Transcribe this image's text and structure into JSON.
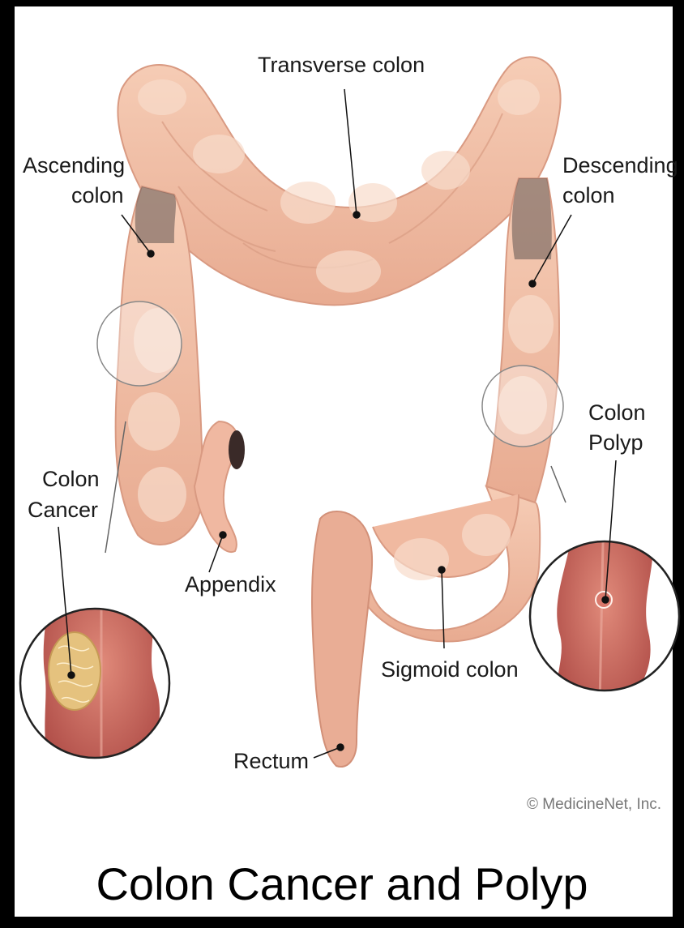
{
  "figure": {
    "title": "Colon Cancer and Polyp",
    "copyright": "© MedicineNet, Inc.",
    "labels": {
      "transverse": "Transverse colon",
      "ascending_1": "Ascending",
      "ascending_2": "colon",
      "descending_1": "Descending",
      "descending_2": "colon",
      "cancer_1": "Colon",
      "cancer_2": "Cancer",
      "polyp_1": "Colon",
      "polyp_2": "Polyp",
      "appendix": "Appendix",
      "sigmoid": "Sigmoid colon",
      "rectum": "Rectum"
    }
  },
  "colors": {
    "colon_flesh": "#f2c2a8",
    "colon_shadow": "#dd9f86",
    "tissue_inner": "#c9675c",
    "tumor": "#e7c98a",
    "border": "#000000"
  }
}
